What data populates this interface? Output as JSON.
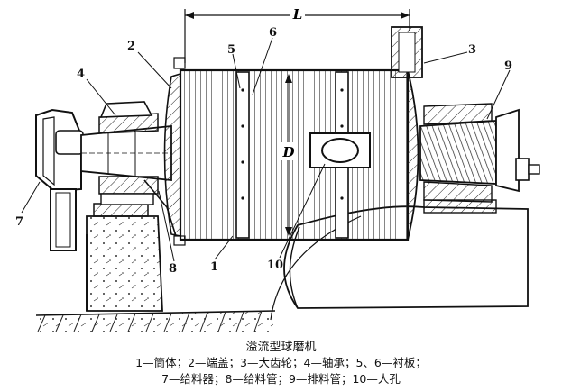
{
  "figure": {
    "dimension_label": "L",
    "diameter_label": "D",
    "callouts": [
      "1",
      "2",
      "3",
      "4",
      "5",
      "6",
      "7",
      "8",
      "9",
      "10"
    ]
  },
  "caption": {
    "title": "溢流型球磨机",
    "legend_line1": "1—筒体；2—端盖；3—大齿轮；4—轴承；5、6—衬板；",
    "legend_line2": "7—给料器；8—给料管；9—排料管；10—人孔"
  }
}
